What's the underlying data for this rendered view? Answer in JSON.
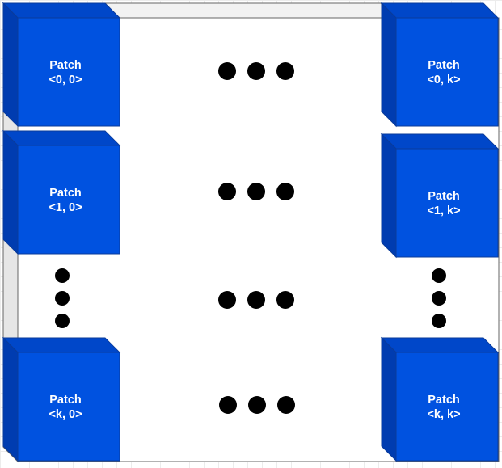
{
  "colors": {
    "cube_front": "#0052E0",
    "cube_top": "#0047C9",
    "cube_side": "#003CB0",
    "cube_stroke": "#0A3B9A",
    "container_side": "#E6E6E6",
    "container_stroke": "#666666",
    "dot": "#000000",
    "label": "#FFFFFF"
  },
  "patches": [
    {
      "id": "0-0",
      "line1": "Patch",
      "line2": "<0, 0>"
    },
    {
      "id": "0-k",
      "line1": "Patch",
      "line2": "<0, k>"
    },
    {
      "id": "1-0",
      "line1": "Patch",
      "line2": "<1, 0>"
    },
    {
      "id": "1-k",
      "line1": "Patch",
      "line2": "<1, k>"
    },
    {
      "id": "k-0",
      "line1": "Patch",
      "line2": "<k, 0>"
    },
    {
      "id": "k-k",
      "line1": "Patch",
      "line2": "<k, k>"
    }
  ],
  "ellipses": [
    {
      "id": "row-0",
      "orientation": "horizontal"
    },
    {
      "id": "row-1",
      "orientation": "horizontal"
    },
    {
      "id": "row-middle",
      "orientation": "horizontal"
    },
    {
      "id": "row-k",
      "orientation": "horizontal"
    },
    {
      "id": "col-0",
      "orientation": "vertical"
    },
    {
      "id": "col-k",
      "orientation": "vertical"
    }
  ]
}
